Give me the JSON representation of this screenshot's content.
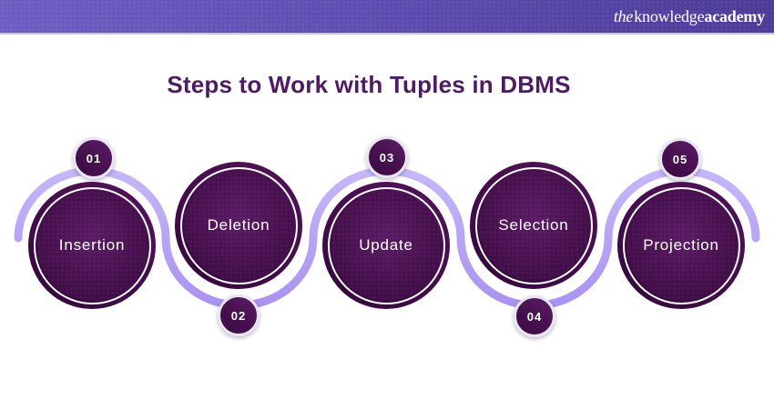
{
  "header": {
    "logo": {
      "the": "the",
      "knowledge": "knowledge",
      "academy": "academy"
    }
  },
  "title": "Steps to Work with Tuples in DBMS",
  "steps": [
    {
      "number": "01",
      "label": "Insertion"
    },
    {
      "number": "02",
      "label": "Deletion"
    },
    {
      "number": "03",
      "label": "Update"
    },
    {
      "number": "04",
      "label": "Selection"
    },
    {
      "number": "05",
      "label": "Projection"
    }
  ],
  "colors": {
    "header_gradient_left": "#6e5ec2",
    "header_gradient_right": "#4e3b97",
    "title_text": "#4f1b63",
    "circle_dark": "#420d4a",
    "circle_inner_light": "#5a1b64",
    "ring_white": "#ffffff",
    "wave_light": "#c5b7f8",
    "wave_dark": "#ab92f1",
    "badge_border": "#e9e6f3",
    "text_on_dark": "#ffffff"
  }
}
